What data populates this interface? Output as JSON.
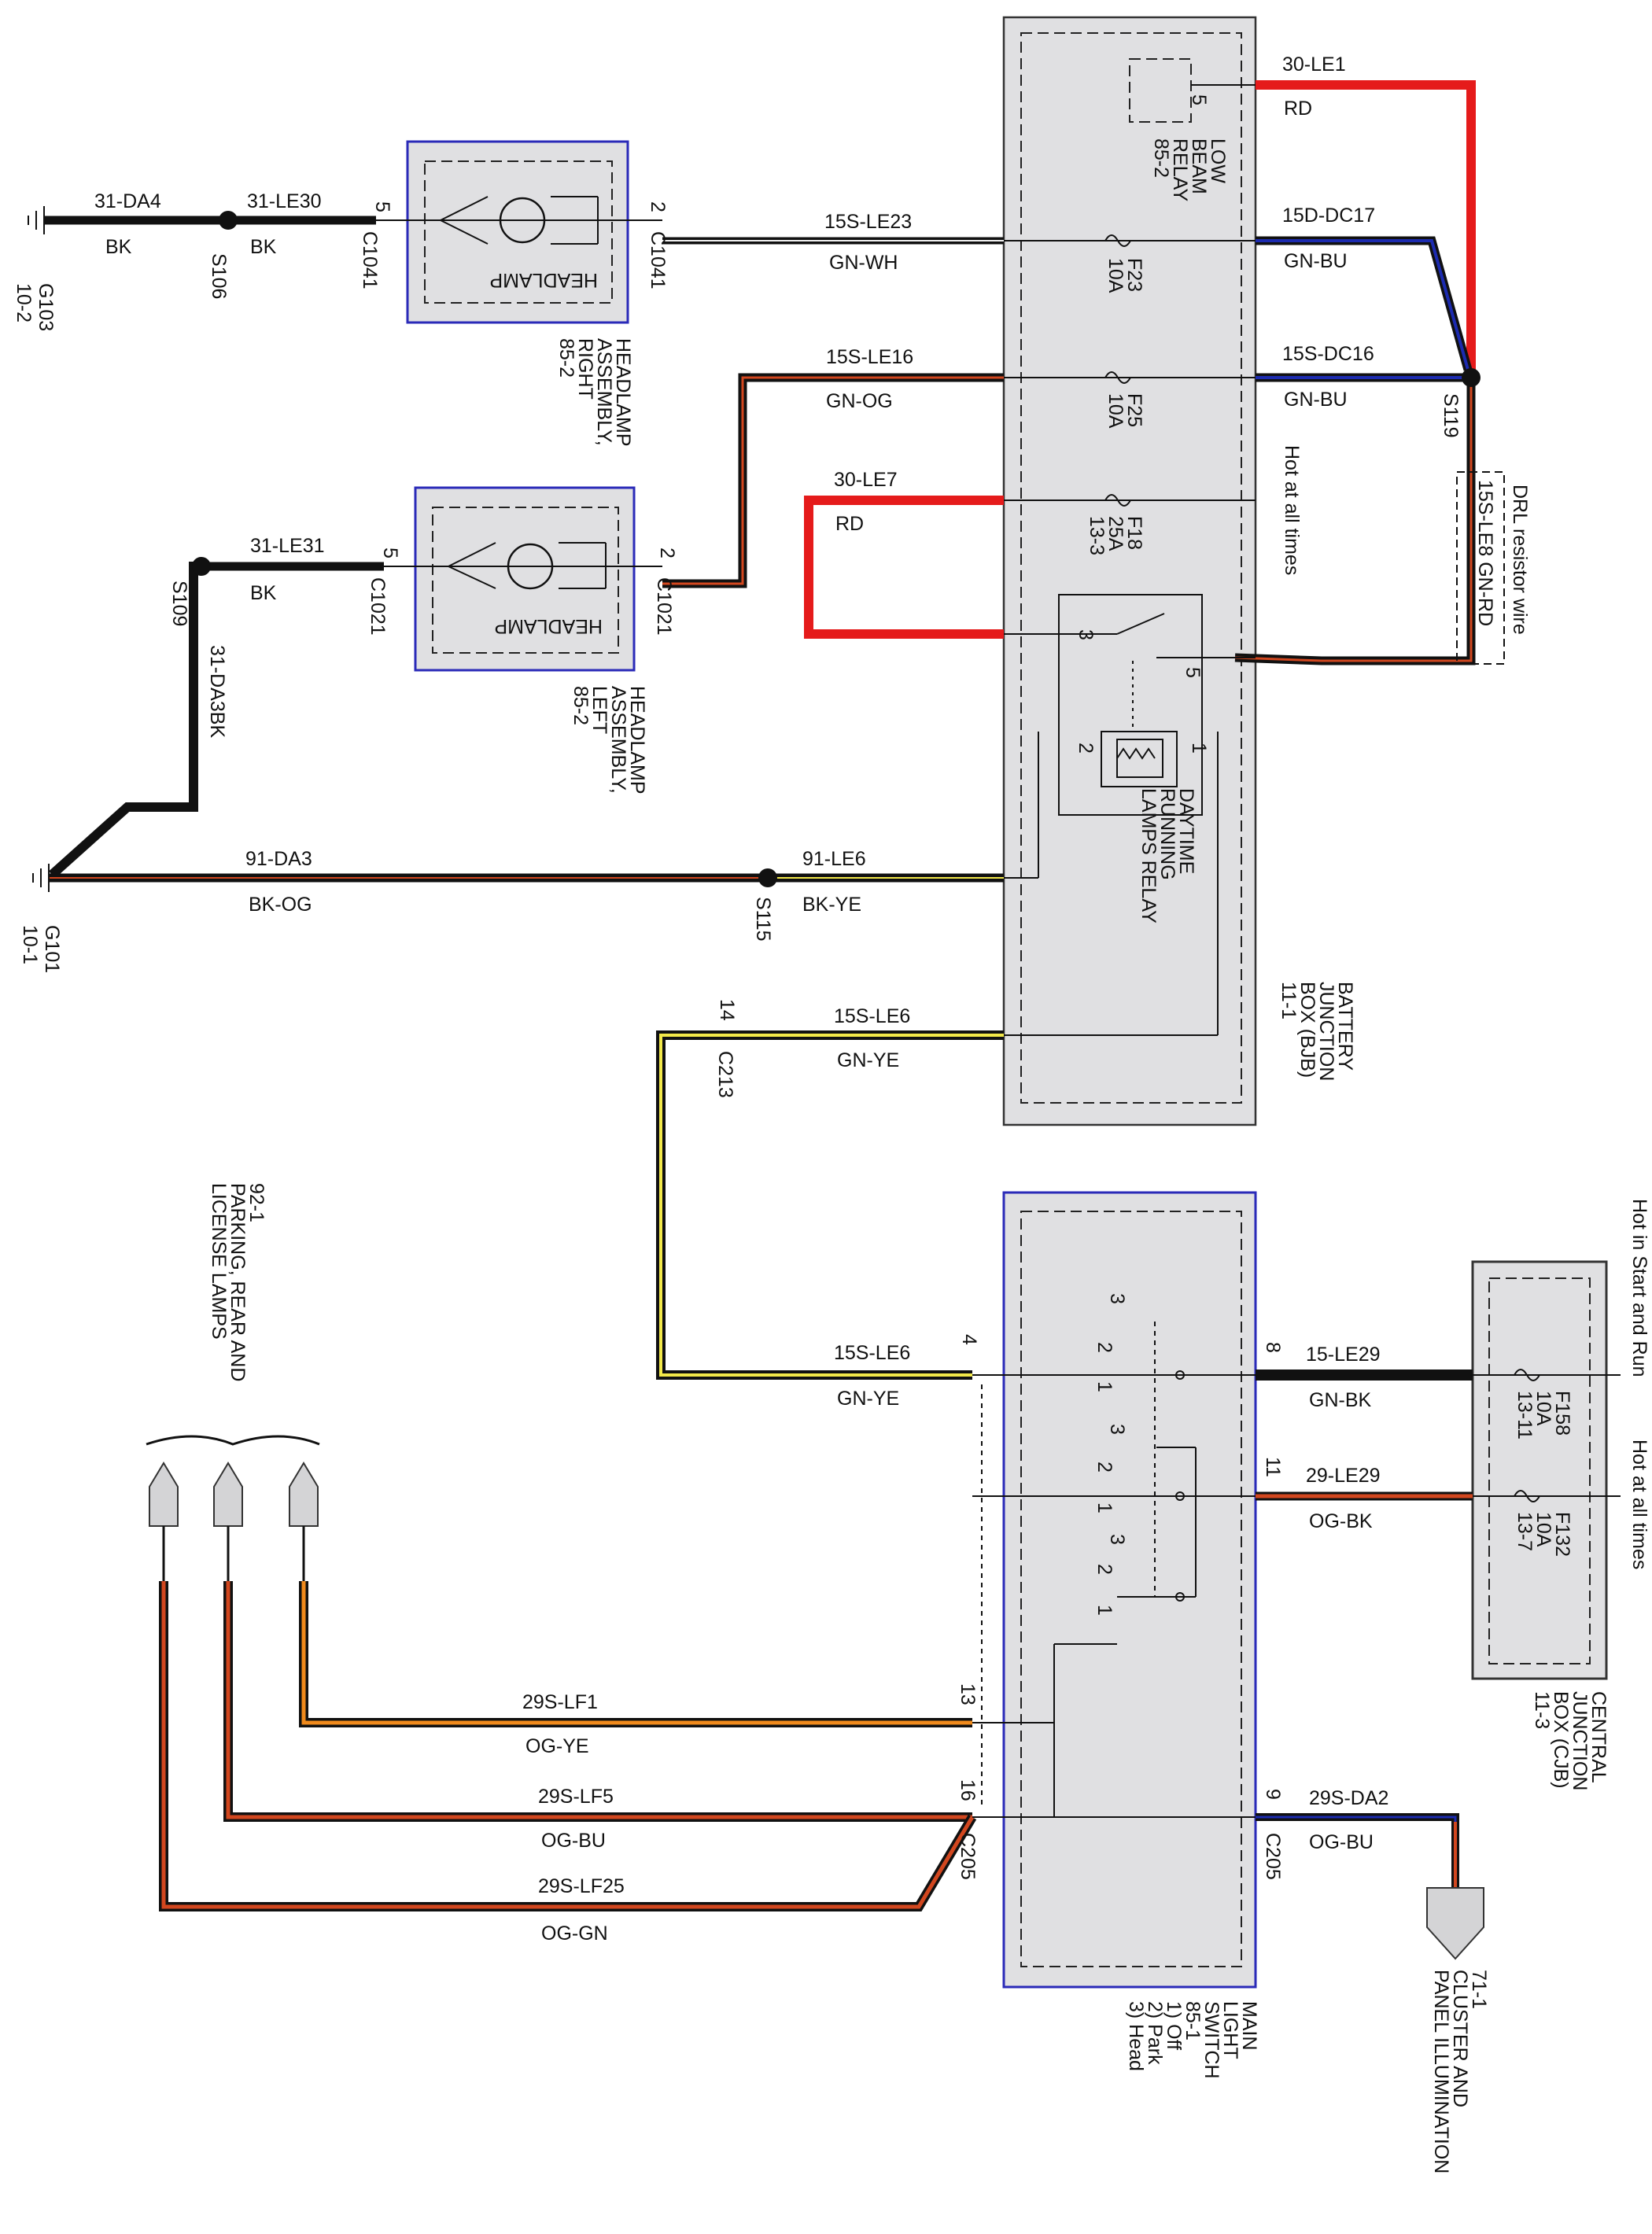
{
  "wires": {
    "w1": {
      "id": "31-DA4",
      "color": "BK"
    },
    "w2": {
      "id": "31-LE30",
      "color": "BK"
    },
    "w3": {
      "id": "15S-LE23",
      "color": "GN-WH"
    },
    "w4": {
      "id": "15S-LE16",
      "color": "GN-OG"
    },
    "w5": {
      "id": "30-LE7",
      "color": "RD"
    },
    "w6": {
      "id": "31-LE31",
      "color": "BK"
    },
    "w7": {
      "id": "31-DA3BK"
    },
    "w8": {
      "id": "91-DA3",
      "color": "BK-OG"
    },
    "w9": {
      "id": "91-LE6",
      "color": "BK-YE"
    },
    "w10": {
      "id": "15S-LE6",
      "color": "GN-YE"
    },
    "w11": {
      "id": "15S-LE6",
      "color": "GN-YE"
    },
    "w12": {
      "id": "30-LE1",
      "color": "RD"
    },
    "w13": {
      "id": "15D-DC17",
      "color": "GN-BU"
    },
    "w14": {
      "id": "15S-DC16",
      "color": "GN-BU"
    },
    "w15": {
      "id": "15S-LE8  GN-RD"
    },
    "w16": {
      "id": "15-LE29",
      "color": "GN-BK"
    },
    "w17": {
      "id": "29-LE29",
      "color": "OG-BK"
    },
    "w18": {
      "id": "29S-LF1",
      "color": "OG-YE"
    },
    "w19": {
      "id": "29S-LF5",
      "color": "OG-BU"
    },
    "w20": {
      "id": "29S-LF25",
      "color": "OG-GN"
    },
    "w21": {
      "id": "29S-DA2",
      "color": "OG-BU"
    }
  },
  "grounds": {
    "g103": [
      "G103",
      "10-2"
    ],
    "g101": [
      "G101",
      "10-1"
    ]
  },
  "splices": {
    "s106": "S106",
    "s109": "S109",
    "s115": "S115",
    "s119": "S119"
  },
  "connectors": {
    "c1041": "C1041",
    "c1021": "C1021",
    "c213": "C213",
    "c205": "C205",
    "pins": {
      "p5": "5",
      "p2": "2",
      "p14": "14",
      "p4": "4",
      "p8": "8",
      "p11": "11",
      "p13": "13",
      "p16": "16",
      "p9": "9",
      "p1": "1",
      "p3": "3"
    }
  },
  "components": {
    "headlamp": "HEADLAMP",
    "hl_right": [
      "HEADLAMP",
      "ASSEMBLY,",
      "RIGHT",
      "85-2"
    ],
    "hl_left": [
      "HEADLAMP",
      "ASSEMBLY,",
      "LEFT",
      "85-2"
    ],
    "low_beam": [
      "LOW",
      "BEAM",
      "RELAY",
      "85-2"
    ],
    "drl_relay": [
      "DAYTIME",
      "RUNNING",
      "LAMPS RELAY"
    ],
    "bjb": [
      "BATTERY",
      "JUNCTION",
      "BOX (BJB)",
      "11-1"
    ],
    "cjb": [
      "CENTRAL",
      "JUNCTION",
      "BOX (CJB)",
      "11-3"
    ],
    "main_switch": [
      "MAIN",
      "LIGHT",
      "SWITCH",
      "85-1",
      "1) Off",
      "2) Park",
      "3) Head"
    ],
    "parking": [
      "92-1",
      "PARKING, REAR AND",
      "LICENSE LAMPS"
    ],
    "cluster": [
      "71-1",
      "CLUSTER AND",
      "PANEL ILLUMINATION"
    ]
  },
  "fuses": {
    "f23": [
      "F23",
      "10A"
    ],
    "f25": [
      "F25",
      "10A"
    ],
    "f18": [
      "F18",
      "25A",
      "13-3"
    ],
    "f158": [
      "F158",
      "10A",
      "13-11"
    ],
    "f132": [
      "F132",
      "10A",
      "13-7"
    ]
  },
  "notes": {
    "hot_all": "Hot at all times",
    "hot_all2": "Hot at all times",
    "hot_start": "Hot in Start and Run",
    "drl_resistor": "DRL resistor wire"
  },
  "colors": {
    "red": "#e51b1b",
    "black": "#111111",
    "blue": "#1c2bb0",
    "yellow": "#f3e94a",
    "orange": "#f08a1c",
    "orange_red": "#d2471f",
    "box_fill": "#e0e0e2",
    "box_blue": "#2a2ab8"
  }
}
